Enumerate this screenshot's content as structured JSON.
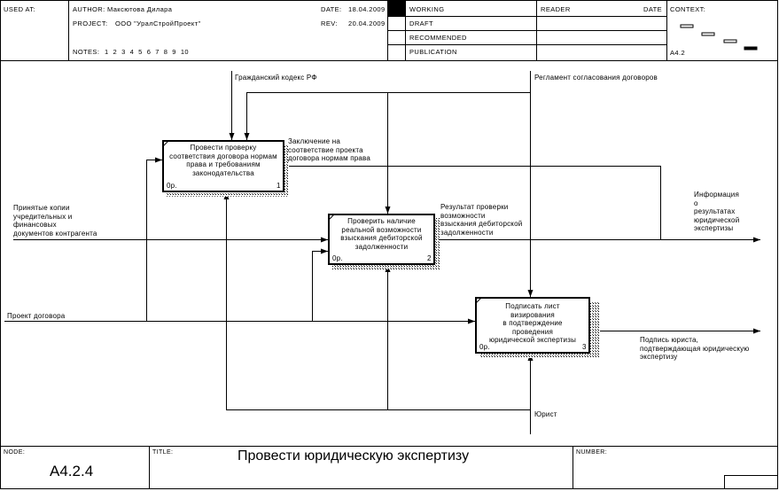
{
  "header": {
    "used_at_label": "USED AT:",
    "author_label": "AUTHOR:",
    "author": "Максютова Дилара",
    "project_label": "PROJECT:",
    "project": "ООО \"УралСтройПроект\"",
    "date_label": "DATE:",
    "date": "18.04.2009",
    "rev_label": "REV:",
    "rev": "20.04.2009",
    "notes_label": "NOTES:",
    "notes": "1  2  3  4  5  6  7  8  9  10",
    "status": [
      "WORKING",
      "DRAFT",
      "RECOMMENDED",
      "PUBLICATION"
    ],
    "active_status": "WORKING",
    "reader_label": "READER",
    "reader_date_label": "DATE",
    "context_label": "CONTEXT:",
    "context_node": "A4.2"
  },
  "activities": [
    {
      "label": "Провести проверку\nсоответствия договора нормам\nправа и требованиям\nзаконодательства",
      "cost": "0р.",
      "number": "1"
    },
    {
      "label": "Проверить наличие\nреальной возможности\nвзыскания дебиторской\nзадолженности",
      "cost": "0р.",
      "number": "2"
    },
    {
      "label": "Подписать лист\nвизирования\nв подтверждение\nпроведения\nюридической экспертизы",
      "cost": "0р.",
      "number": "3"
    }
  ],
  "arrows": {
    "civil_code": "Гражданский кодекс РФ",
    "regulation": "Регламент согласования договоров",
    "conclusion": "Заключение на\nсоответствие проекта\nдоговора нормам права",
    "check_result": "Результат проверки\nвозможности\nвзыскания дебиторской\nзадолженности",
    "info": "Информация\nо\nрезультатах\nюридической\nэкспертизы",
    "copies": "Принятые копии\nучредительных и\nфинансовых\nдокументов контрагента",
    "draft_contract": "Проект договора",
    "signature": "Подпись юриста,\nподтверждающая юридическую\nэкспертизу",
    "lawyer": "Юрист"
  },
  "footer": {
    "node_label": "NODE:",
    "node": "A4.2.4",
    "title_label": "TITLE:",
    "title": "Провести юридическую экспертизу",
    "number_label": "NUMBER:"
  }
}
